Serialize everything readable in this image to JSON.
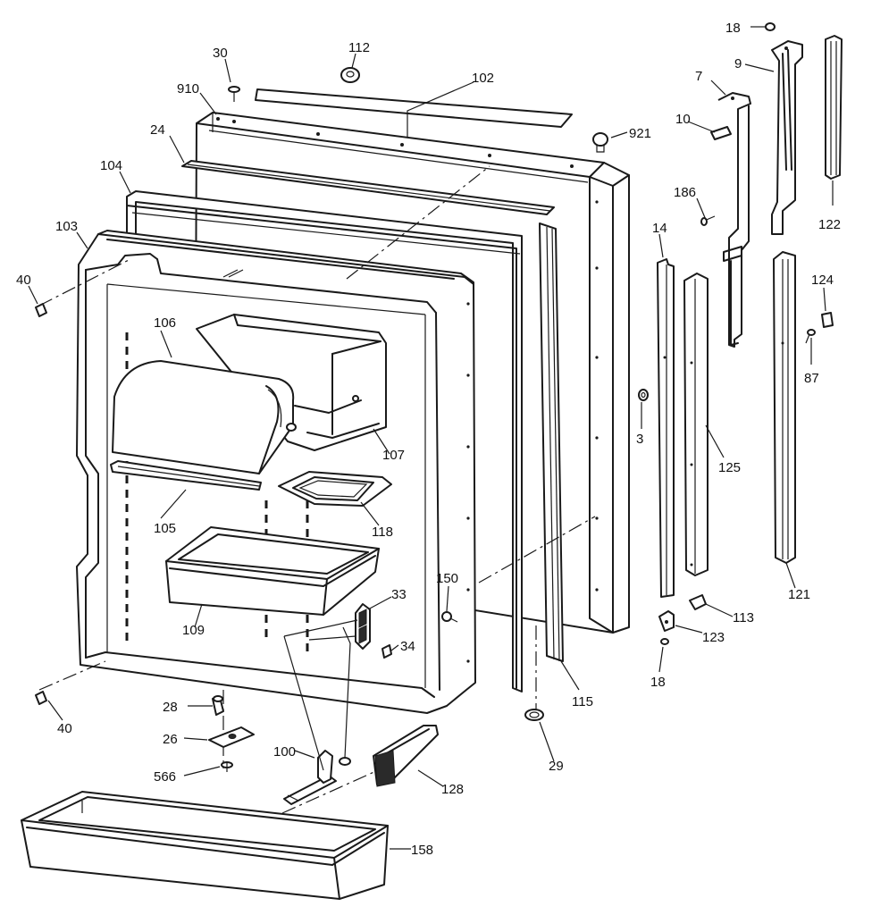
{
  "diagram": {
    "type": "exploded-parts-view",
    "line_color": "#1a1a1a",
    "background": "#ffffff",
    "callouts": {
      "c18a": "18",
      "c9": "9",
      "c7": "7",
      "c112": "112",
      "c30": "30",
      "c102": "102",
      "c910": "910",
      "c921": "921",
      "c10": "10",
      "c24": "24",
      "c104": "104",
      "c186": "186",
      "c122": "122",
      "c103": "103",
      "c14": "14",
      "c40a": "40",
      "c124": "124",
      "c106": "106",
      "c87": "87",
      "c3": "3",
      "c107": "107",
      "c125": "125",
      "c105": "105",
      "c118": "118",
      "c150": "150",
      "c33": "33",
      "c121": "121",
      "c113": "113",
      "c109": "109",
      "c34": "34",
      "c123": "123",
      "c18b": "18",
      "c115": "115",
      "c40b": "40",
      "c28": "28",
      "c26": "26",
      "c29": "29",
      "c100": "100",
      "c566": "566",
      "c128": "128",
      "c158": "158"
    }
  }
}
